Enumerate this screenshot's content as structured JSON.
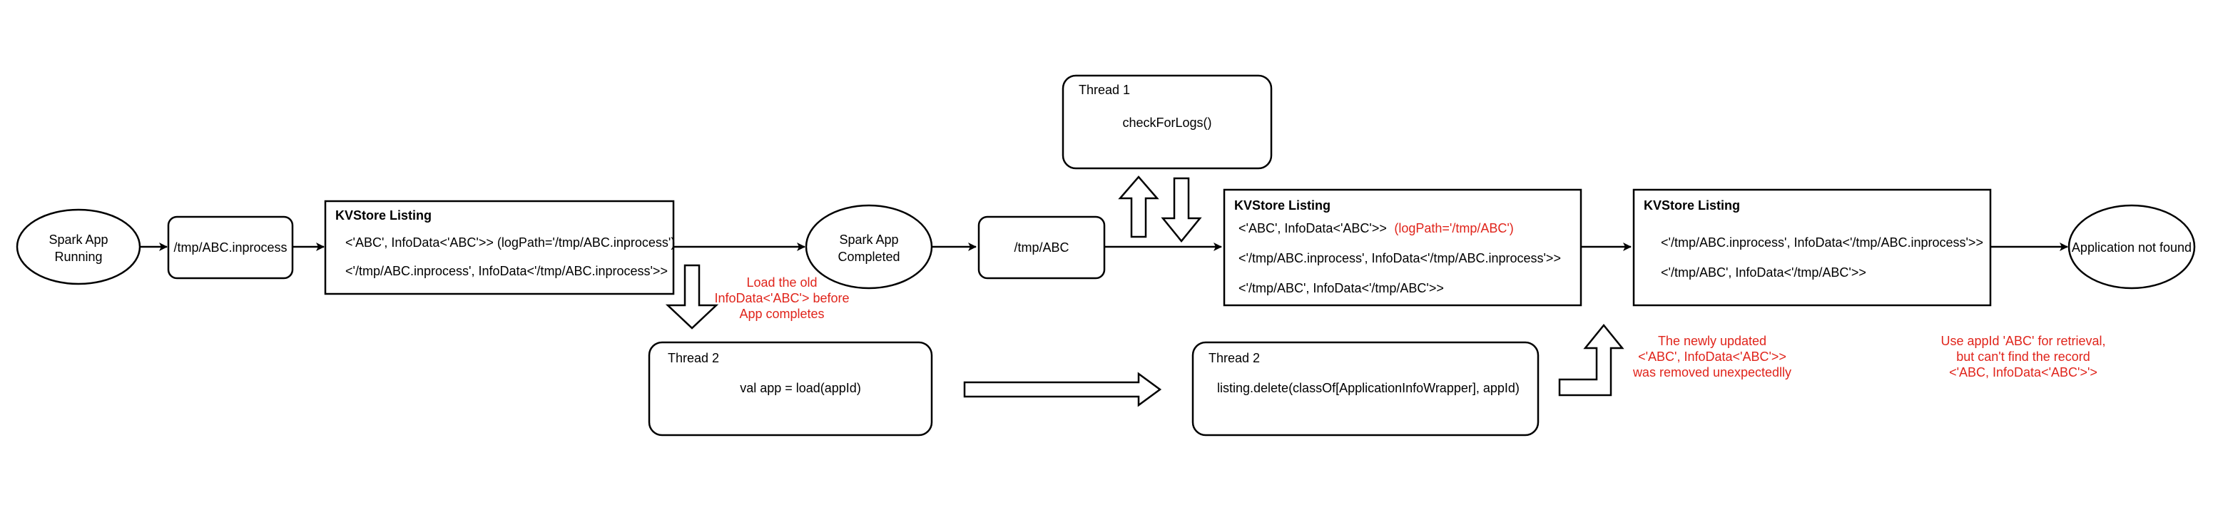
{
  "nodes": {
    "spark_running": {
      "line1": "Spark App",
      "line2": "Running"
    },
    "tmp_inprocess": {
      "label": "/tmp/ABC.inprocess"
    },
    "kv1": {
      "title": "KVStore Listing",
      "row1": "<'ABC', InfoData<'ABC'>> (logPath='/tmp/ABC.inprocess')",
      "row2": "<'/tmp/ABC.inprocess', InfoData<'/tmp/ABC.inprocess'>>"
    },
    "spark_completed": {
      "line1": "Spark App",
      "line2": "Completed"
    },
    "tmp_abc": {
      "label": "/tmp/ABC"
    },
    "thread1": {
      "title": "Thread 1",
      "code": "checkForLogs()"
    },
    "kv2": {
      "title": "KVStore Listing",
      "row1_prefix": "<'ABC', InfoData<'ABC'>>",
      "row1_highlight": "(logPath='/tmp/ABC')",
      "row2": "<'/tmp/ABC.inprocess', InfoData<'/tmp/ABC.inprocess'>>",
      "row3": "<'/tmp/ABC', InfoData<'/tmp/ABC'>>"
    },
    "kv3": {
      "title": "KVStore Listing",
      "row1": "<'/tmp/ABC.inprocess', InfoData<'/tmp/ABC.inprocess'>>",
      "row2": "<'/tmp/ABC', InfoData<'/tmp/ABC'>>"
    },
    "not_found": {
      "label": "Application not found"
    },
    "thread2a": {
      "title": "Thread 2",
      "code": "val app = load(appId)"
    },
    "thread2b": {
      "title": "Thread 2",
      "code": "listing.delete(classOf[ApplicationInfoWrapper], appId)"
    }
  },
  "notes": {
    "load_old": [
      "Load the old",
      "InfoData<'ABC'> before",
      "App completes"
    ],
    "removed": [
      "The newly updated",
      "<'ABC', InfoData<'ABC'>>",
      "was removed unexpectedlly"
    ],
    "retrieval": [
      "Use appId 'ABC' for retrieval,",
      "but can't find the record",
      "<'ABC, InfoData<'ABC'>'>"
    ]
  },
  "colors": {
    "note": "#e0241b",
    "stroke": "#000000",
    "fill": "#ffffff"
  }
}
